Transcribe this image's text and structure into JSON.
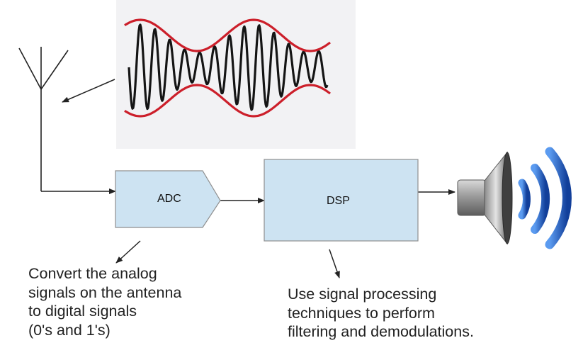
{
  "blocks": {
    "adc": {
      "label": "ADC"
    },
    "dsp": {
      "label": "DSP"
    }
  },
  "captions": {
    "adc": [
      "Convert the analog",
      "signals on the antenna",
      "to digital signals",
      "(0's and 1's)"
    ],
    "dsp": [
      "Use signal processing",
      "techniques to perform",
      "filtering and demodulations."
    ]
  },
  "icons": {
    "antenna": "antenna-icon",
    "waveform": "am-waveform",
    "speaker": "speaker-icon"
  },
  "colors": {
    "block_fill": "#cde3f2",
    "block_stroke": "#8f8f8f",
    "envelope": "#cc1f2a",
    "carrier": "#151515",
    "sound_wave": "#1f5fc4",
    "line": "#222222"
  }
}
